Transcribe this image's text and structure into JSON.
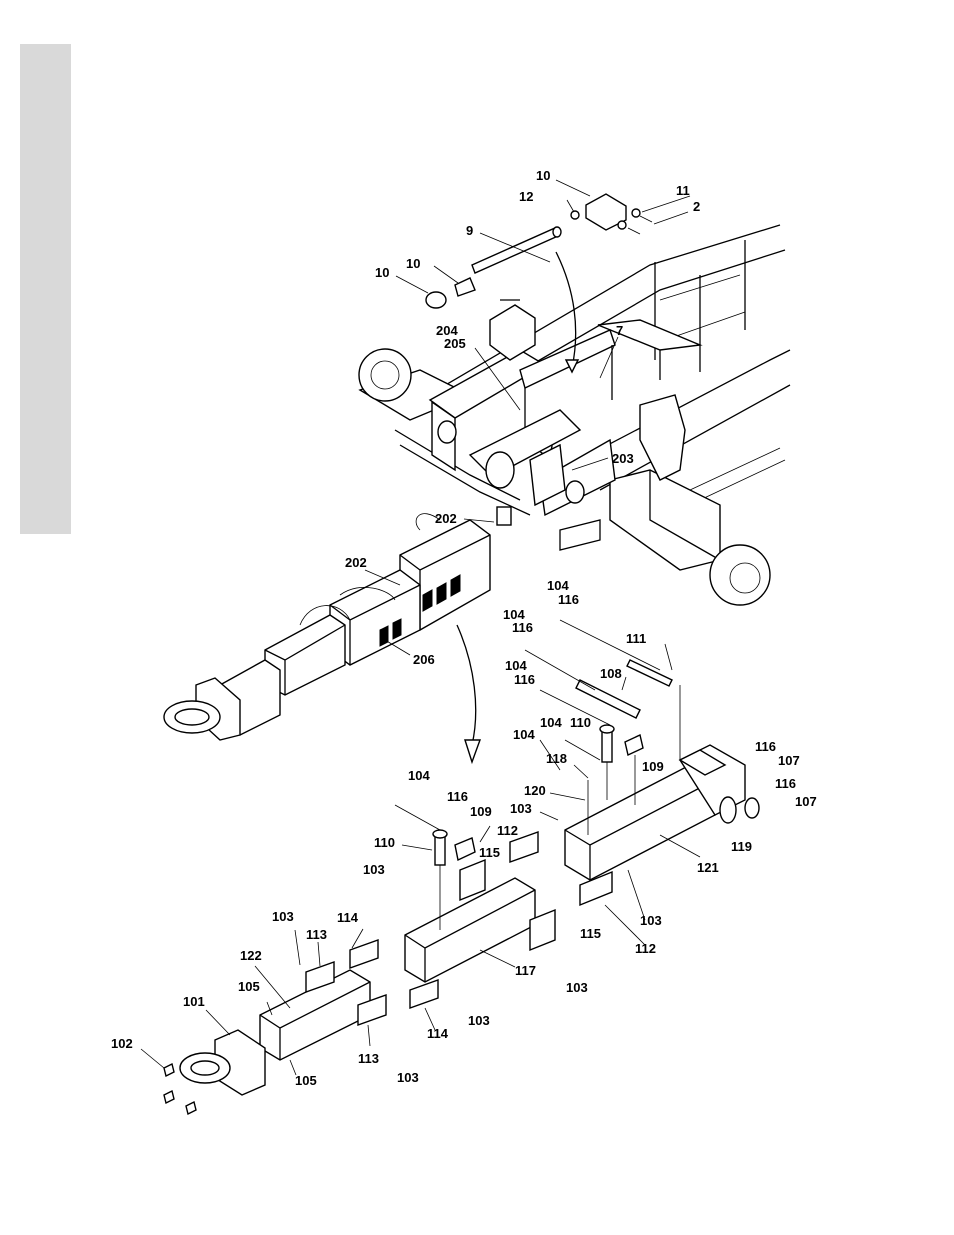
{
  "colors": {
    "background": "#ffffff",
    "side_tab": "#d9d9d9",
    "ink": "#000000"
  },
  "labels": [
    {
      "id": "l10a",
      "text": "10"
    },
    {
      "id": "l12",
      "text": "12"
    },
    {
      "id": "l11",
      "text": "11"
    },
    {
      "id": "l2",
      "text": "2"
    },
    {
      "id": "l9",
      "text": "9"
    },
    {
      "id": "l10b",
      "text": "10"
    },
    {
      "id": "l10c",
      "text": "10"
    },
    {
      "id": "l7",
      "text": "7"
    },
    {
      "id": "l204",
      "text": "204"
    },
    {
      "id": "l205",
      "text": "205"
    },
    {
      "id": "l203",
      "text": "203"
    },
    {
      "id": "l202a",
      "text": "202"
    },
    {
      "id": "l202b",
      "text": "202"
    },
    {
      "id": "l206",
      "text": "206"
    },
    {
      "id": "l104a",
      "text": "104"
    },
    {
      "id": "l116a",
      "text": "116"
    },
    {
      "id": "l111",
      "text": "111"
    },
    {
      "id": "l104b",
      "text": "104"
    },
    {
      "id": "l116b",
      "text": "116"
    },
    {
      "id": "l104c",
      "text": "104"
    },
    {
      "id": "l116c",
      "text": "116"
    },
    {
      "id": "l108",
      "text": "108"
    },
    {
      "id": "l104d",
      "text": "104"
    },
    {
      "id": "l110a",
      "text": "110"
    },
    {
      "id": "l104e",
      "text": "104"
    },
    {
      "id": "l118",
      "text": "118"
    },
    {
      "id": "l109a",
      "text": "109"
    },
    {
      "id": "l120",
      "text": "120"
    },
    {
      "id": "l116d",
      "text": "116"
    },
    {
      "id": "l107a",
      "text": "107"
    },
    {
      "id": "l116e",
      "text": "116"
    },
    {
      "id": "l107b",
      "text": "107"
    },
    {
      "id": "l119",
      "text": "119"
    },
    {
      "id": "l104f",
      "text": "104"
    },
    {
      "id": "l116f",
      "text": "116"
    },
    {
      "id": "l109b",
      "text": "109"
    },
    {
      "id": "l103a",
      "text": "103"
    },
    {
      "id": "l112a",
      "text": "112"
    },
    {
      "id": "l110b",
      "text": "110"
    },
    {
      "id": "l115a",
      "text": "115"
    },
    {
      "id": "l121",
      "text": "121"
    },
    {
      "id": "l103b",
      "text": "103"
    },
    {
      "id": "l103c",
      "text": "103"
    },
    {
      "id": "l112b",
      "text": "112"
    },
    {
      "id": "l114a",
      "text": "114"
    },
    {
      "id": "l113a",
      "text": "113"
    },
    {
      "id": "l115b",
      "text": "115"
    },
    {
      "id": "l103d",
      "text": "103"
    },
    {
      "id": "l122",
      "text": "122"
    },
    {
      "id": "l117",
      "text": "117"
    },
    {
      "id": "l103e",
      "text": "103"
    },
    {
      "id": "l105a",
      "text": "105"
    },
    {
      "id": "l101",
      "text": "101"
    },
    {
      "id": "l103f",
      "text": "103"
    },
    {
      "id": "l114b",
      "text": "114"
    },
    {
      "id": "l102",
      "text": "102"
    },
    {
      "id": "l113b",
      "text": "113"
    },
    {
      "id": "l105b",
      "text": "105"
    },
    {
      "id": "l103g",
      "text": "103"
    }
  ]
}
